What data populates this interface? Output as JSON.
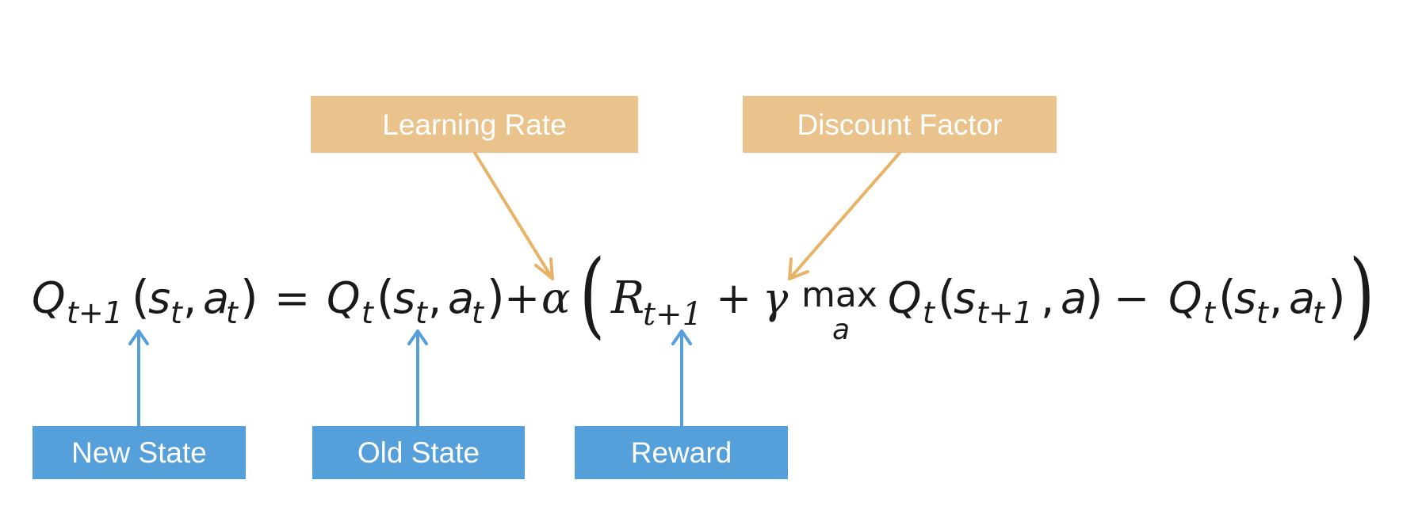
{
  "labels": {
    "learning_rate": "Learning Rate",
    "discount_factor": "Discount Factor",
    "new_state": "New State",
    "old_state": "Old State",
    "reward": "Reward"
  },
  "formula": {
    "q_new": "Q",
    "q_new_sub": "t+1",
    "open_paren_1": "(",
    "s_1": "s",
    "s_1_sub": "t",
    "comma_1": ",",
    "a_1": "a",
    "a_1_sub": "t",
    "close_paren_1": ")",
    "equals": "=",
    "q_old": "Q",
    "q_old_sub": "t",
    "open_paren_2": "(",
    "s_2": "s",
    "s_2_sub": "t",
    "comma_2": ",",
    "a_2": "a",
    "a_2_sub": "t",
    "close_paren_2": ")",
    "plus_1": "+",
    "alpha": "α",
    "big_open_paren": "(",
    "r": "R",
    "r_sub": "t+1",
    "plus_2": "+",
    "gamma": "γ",
    "max": "max",
    "max_sub": "a",
    "q_next": "Q",
    "q_next_sub": "t",
    "open_paren_3": "(",
    "s_3": "s",
    "s_3_sub": "t+1",
    "comma_3": ",",
    "a_3": "a",
    "close_paren_3": ")",
    "minus": "−",
    "q_cur": "Q",
    "q_cur_sub": "t",
    "open_paren_4": "(",
    "s_4": "s",
    "s_4_sub": "t",
    "comma_4": ",",
    "a_4": "a",
    "a_4_sub": "t",
    "close_paren_4": ")",
    "big_close_paren": ")"
  },
  "colors": {
    "blue_box": "#559fda",
    "orange_box": "#eac38c",
    "blue_arrow": "#559fda",
    "orange_arrow": "#e8b267",
    "text": "#1a1a1a"
  }
}
